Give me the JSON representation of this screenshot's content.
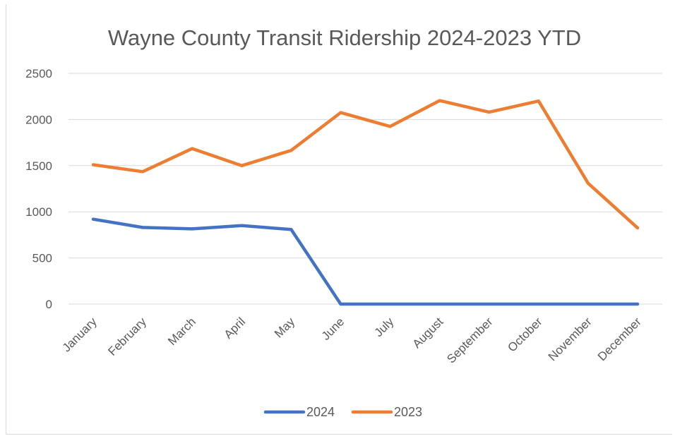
{
  "chart_data": {
    "type": "line",
    "title": "Wayne County Transit Ridership 2024-2023 YTD",
    "xlabel": "",
    "ylabel": "",
    "categories": [
      "January",
      "February",
      "March",
      "April",
      "May",
      "June",
      "July",
      "August",
      "September",
      "October",
      "November",
      "December"
    ],
    "series": [
      {
        "name": "2024",
        "color": "#4472C4",
        "values": [
          920,
          830,
          815,
          850,
          808,
          0,
          0,
          0,
          0,
          0,
          0,
          0
        ]
      },
      {
        "name": "2023",
        "color": "#ED7D31",
        "values": [
          1510,
          1435,
          1685,
          1500,
          1665,
          2075,
          1925,
          2205,
          2080,
          2200,
          1310,
          825
        ]
      }
    ],
    "ylim": [
      0,
      2500
    ],
    "yticks": [
      0,
      500,
      1000,
      1500,
      2000,
      2500
    ],
    "grid": true,
    "legend_position": "bottom",
    "gridline_color": "#d9d9d9",
    "text_color": "#595959"
  }
}
